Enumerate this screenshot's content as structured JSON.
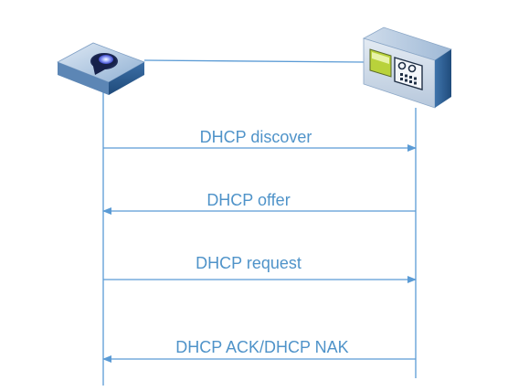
{
  "diagram": {
    "colors": {
      "line": "#5b9bd5",
      "label": "#4f93c9",
      "device_top": "#9fb9d6",
      "device_side": "#2f5f93"
    },
    "nodes": [
      {
        "id": "client",
        "icon": "wireless-client-icon"
      },
      {
        "id": "server",
        "icon": "dhcp-server-icon"
      }
    ],
    "messages": [
      {
        "label": "DHCP discover",
        "from": "client",
        "to": "server"
      },
      {
        "label": "DHCP offer",
        "from": "server",
        "to": "client"
      },
      {
        "label": "DHCP request",
        "from": "client",
        "to": "server"
      },
      {
        "label": "DHCP ACK/DHCP NAK",
        "from": "server",
        "to": "client"
      }
    ]
  }
}
